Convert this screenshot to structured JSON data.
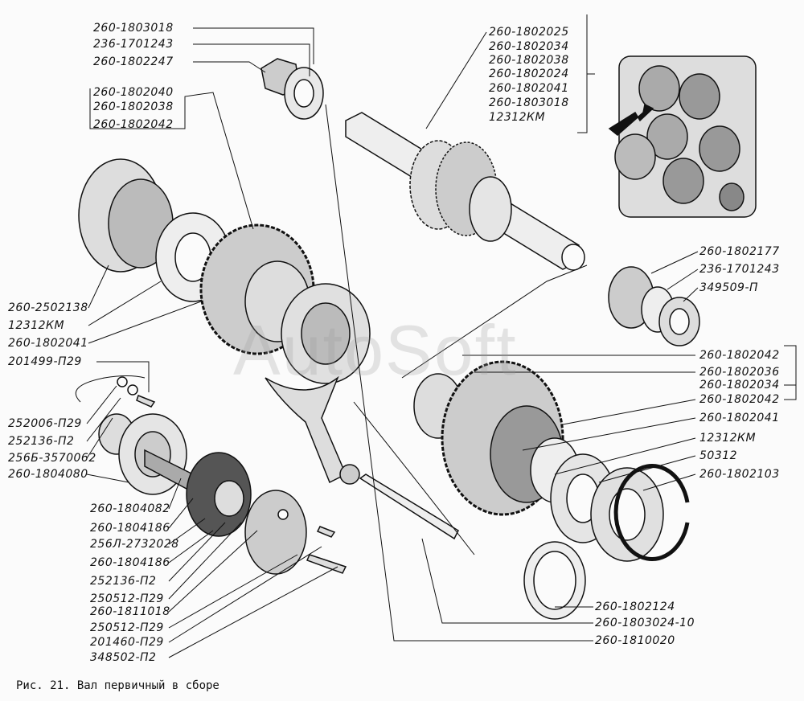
{
  "caption": "Рис. 21. Вал первичный в сборе",
  "watermark": "AutoSoft",
  "labels": {
    "top_left": [
      "260-1803018",
      "236-1701243",
      "260-1802247"
    ],
    "bracket_left": [
      "260-1802040",
      "260-1802038",
      "260-1802042"
    ],
    "top_mid": [
      "260-1802025",
      "260-1802034",
      "260-1802038",
      "260-1802024",
      "260-1802041",
      "260-1803018",
      "12312КМ"
    ],
    "right_upper": [
      "260-1802177",
      "236-1701243",
      "349509-П"
    ],
    "left_mid": [
      "260-2502138",
      "12312КМ",
      "260-1802041",
      "201499-П29"
    ],
    "right_lower": [
      "260-1802042",
      "260-1802036",
      "260-1802034",
      "260-1802042",
      "260-1802041",
      "12312КМ",
      "50312",
      "260-1802103"
    ],
    "left_lower": [
      "252006-П29",
      "252136-П2",
      "256Б-3570062",
      "260-1804080"
    ],
    "left_bottom": [
      "260-1804082",
      "260-1804186",
      "256Л-2732028",
      "260-1804186",
      "252136-П2",
      "250512-П29",
      "260-1811018",
      "250512-П29",
      "201460-П29",
      "348502-П2"
    ],
    "bottom_right": [
      "260-1802124",
      "260-1803024-10",
      "260-1810020"
    ]
  }
}
